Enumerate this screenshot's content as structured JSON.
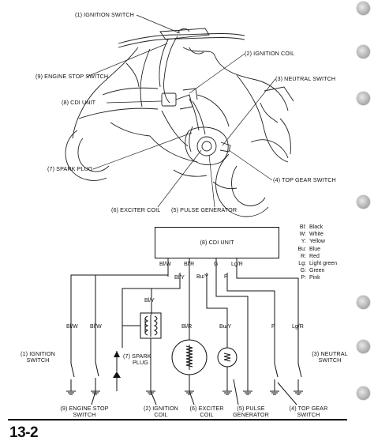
{
  "page": {
    "number": "13-2"
  },
  "top_labels": {
    "ignition_switch": "(1) IGNITION SWITCH",
    "ignition_coil": "(2) IGNITION COIL",
    "engine_stop_switch": "(9) ENGINE STOP SWITCH",
    "neutral_switch": "(3) NEUTRAL SWITCH",
    "cdi_unit": "(8) CDI UNIT",
    "spark_plug": "(7) SPARK PLUG",
    "top_gear_switch": "(4) TOP GEAR SWITCH",
    "exciter_coil": "(6) EXCITER COIL",
    "pulse_generator": "(5) PULSE GENERATOR"
  },
  "schematic": {
    "cdi_unit": "(8) CDI UNIT",
    "terminals": [
      "Bl/W",
      "Bl/R",
      "G",
      "Lg/R"
    ],
    "terminals_lower": [
      "Bl/Y",
      "Bu/Y",
      "P"
    ],
    "wire_labels": {
      "blw_1": "Bl/W",
      "blw_2": "Bl/W",
      "bly": "Bl/Y",
      "blr": "Bl/R",
      "buy": "Bu/Y",
      "p": "P",
      "lgr": "Lg/R"
    },
    "labels": {
      "ignition_switch_1": "(1) IGNITION",
      "ignition_switch_2": "SWITCH",
      "spark_plug_1": "(7) SPARK",
      "spark_plug_2": "PLUG",
      "neutral_1": "(3) NEUTRAL",
      "neutral_2": "SWITCH",
      "engine_stop_1": "(9) ENGINE STOP",
      "engine_stop_2": "SWITCH",
      "ign_coil_1": "(2) IGNITION",
      "ign_coil_2": "COIL",
      "exciter_1": "(6) EXCITER",
      "exciter_2": "COIL",
      "pulse_1": "(5) PULSE",
      "pulse_2": "GENERATOR",
      "top_gear_1": "(4) TOP GEAR",
      "top_gear_2": "SWITCH"
    }
  },
  "legend": [
    {
      "code": "Bl:",
      "color": "Black"
    },
    {
      "code": "W:",
      "color": "White"
    },
    {
      "code": "Y:",
      "color": "Yellow"
    },
    {
      "code": "Bu:",
      "color": "Blue"
    },
    {
      "code": "R:",
      "color": "Red"
    },
    {
      "code": "Lg:",
      "color": "Light green"
    },
    {
      "code": "G:",
      "color": "Green"
    },
    {
      "code": "P:",
      "color": "Pink"
    }
  ]
}
